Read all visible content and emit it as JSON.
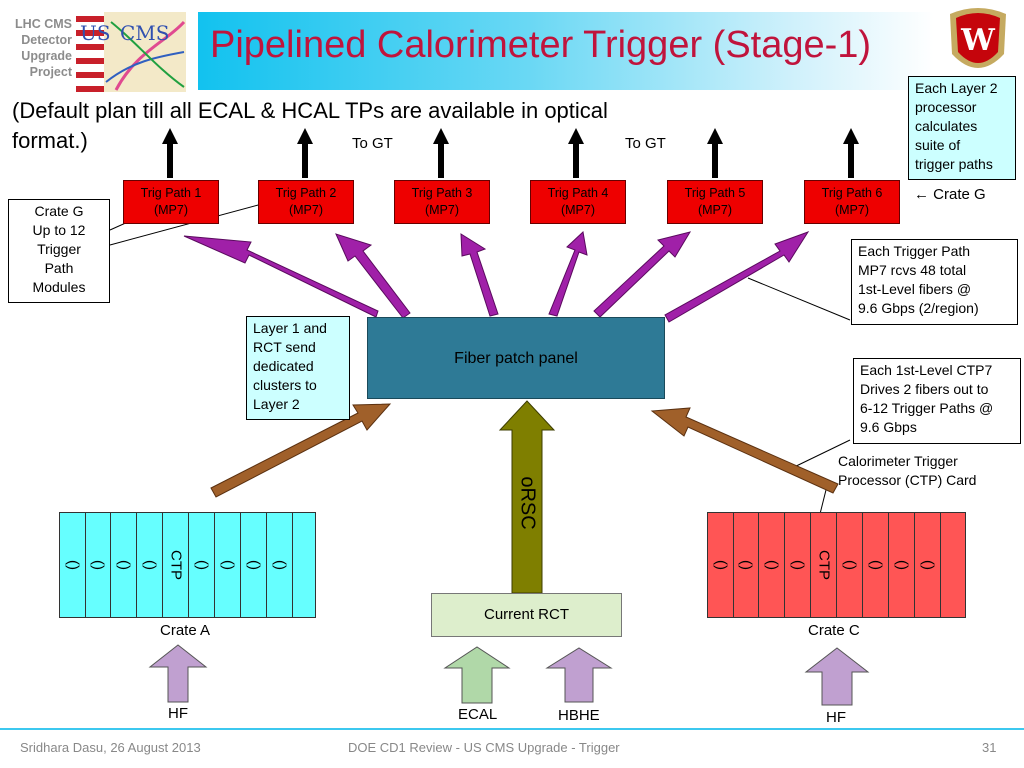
{
  "header": {
    "logo_text": [
      "LHC CMS",
      "Detector",
      "Upgrade",
      "Project"
    ],
    "title": "Pipelined Calorimeter Trigger (Stage-1)"
  },
  "subtitle": [
    "(Default plan till all ECAL & HCAL TPs are available in optical",
    "format.)"
  ],
  "callouts": {
    "layer2": [
      "Each Layer 2",
      "processor",
      "calculates",
      "suite of",
      "trigger paths"
    ],
    "crate_g_arrow": "← Crate G",
    "crate_g_box": [
      "Crate G",
      "Up to 12",
      "Trigger",
      "Path",
      "Modules"
    ],
    "trigger_path": [
      "Each Trigger Path",
      "MP7 rcvs 48 total",
      "1st-Level fibers @",
      "9.6 Gbps (2/region)"
    ],
    "layer1": [
      "Layer 1 and",
      "RCT send",
      "dedicated",
      "clusters to",
      "Layer 2"
    ],
    "ctp7": [
      "Each 1st-Level CTP7",
      "Drives 2 fibers out to",
      "6-12 Trigger Paths @",
      "9.6 Gbps"
    ],
    "ctp_card": [
      "Calorimeter Trigger",
      "Processor (CTP) Card"
    ]
  },
  "trig_paths": [
    {
      "name": "Trig Path 1",
      "sub": "(MP7)"
    },
    {
      "name": "Trig Path 2",
      "sub": "(MP7)"
    },
    {
      "name": "Trig Path 3",
      "sub": "(MP7)"
    },
    {
      "name": "Trig Path 4",
      "sub": "(MP7)"
    },
    {
      "name": "Trig Path 5",
      "sub": "(MP7)"
    },
    {
      "name": "Trig Path 6",
      "sub": "(MP7)"
    }
  ],
  "to_gt": [
    "To GT",
    "To GT"
  ],
  "fiber_patch_panel": "Fiber patch panel",
  "orsc": "oRSC",
  "current_rct": "Current RCT",
  "crate_a": {
    "label": "Crate A",
    "slots": [
      "()",
      "()",
      "()",
      "()",
      "CTP",
      "()",
      "()",
      "()",
      "()"
    ],
    "input": "HF"
  },
  "crate_c": {
    "label": "Crate C",
    "slots": [
      "()",
      "()",
      "()",
      "()",
      "CTP",
      "()",
      "()",
      "()",
      "()"
    ],
    "input": "HF"
  },
  "inputs": {
    "ecal": "ECAL",
    "hbhe": "HBHE"
  },
  "colors": {
    "trig": "#ee0000",
    "crate_a": "#66ffff",
    "crate_c": "#ff5555",
    "purple_arrow": "#a020a8",
    "brown_arrow": "#a0602a",
    "orsc": "#7f7f00",
    "panel": "#2e7a96",
    "input_arrow": "#c0a0d0",
    "ecal_arrow": "#b0d8a8"
  },
  "footer": {
    "left": "Sridhara Dasu, 26 August 2013",
    "center": "DOE CD1 Review - US CMS Upgrade - Trigger",
    "page": "31"
  }
}
